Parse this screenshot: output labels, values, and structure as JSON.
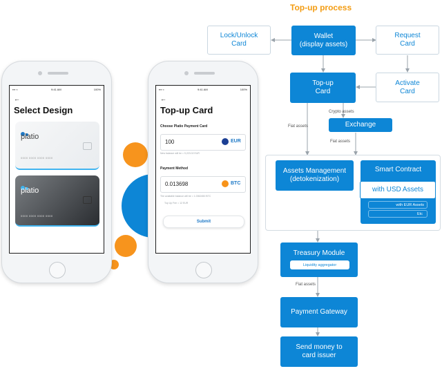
{
  "diagram": {
    "title": "Top-up process",
    "nodes": {
      "wallet": "Wallet\n(display assets)",
      "lock_unlock": "Lock/Unlock\nCard",
      "request_card": "Request\nCard",
      "activate_card": "Activate\nCard",
      "topup_card": "Top-up\nCard",
      "exchange": "Exchange",
      "assets_management": "Assets Management\n(detokenization)",
      "smart_contract": "Smart Contract",
      "usd_assets": "with USD Assets",
      "eur_assets": "with EUR Assets",
      "etc": "Etc",
      "treasury": "Treasury Module",
      "liquidity": "Liquidity aggregator",
      "gateway": "Payment Gateway",
      "send_money": "Send money to\ncard issuer"
    },
    "labels": {
      "crypto_assets": "Crypto assets",
      "fiat_assets_1": "Fiat assets",
      "fiat_assets_2": "Fiat assets",
      "fiat_assets_3": "Fiat assets"
    }
  },
  "phone_left": {
    "status_time": "9:41 AM",
    "status_battery": "100%",
    "back": "←",
    "title": "Select Design",
    "card1_brand": "platio",
    "card1_number": "0000 0000 0000 0000",
    "card2_brand": "platio",
    "card2_number": "0000 0000 0000 0000"
  },
  "phone_right": {
    "status_time": "9:41 AM",
    "status_battery": "100%",
    "back": "←",
    "title": "Top-up Card",
    "card_label": "Choose Platio Payment Card",
    "amount": "100",
    "amount_currency": "EUR",
    "amount_hint": "New balance will be = 9,223.02 EUR",
    "method_label": "Payment Method",
    "method_amount": "0.013698",
    "method_currency": "BTC",
    "method_hint1": "The available balance will be = 1.0062450 BTC",
    "method_hint2": "Top Up Fee = 12 EUR",
    "submit": "Submit"
  },
  "colors": {
    "primary_blue": "#0d86d6",
    "orange": "#f7941d",
    "title_orange": "#f39c12",
    "eur_coin": "#1c3f94",
    "btc_coin": "#f7931a"
  }
}
